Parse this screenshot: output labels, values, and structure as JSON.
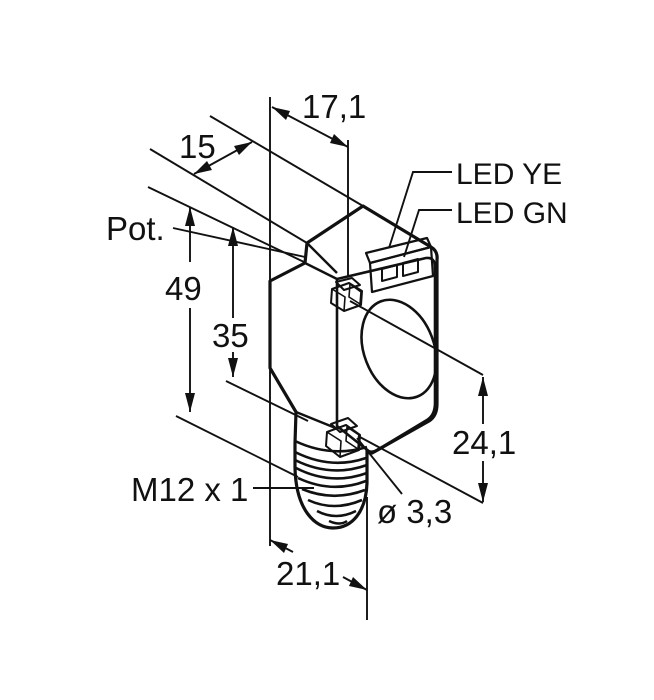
{
  "drawing": {
    "type": "technical-dimension-drawing",
    "subject": "photoelectric sensor housing, isometric view",
    "dimensions": {
      "depth_top": "17,1",
      "depth_upper_step": "15",
      "length_total": "49",
      "length_body": "35",
      "hole_spacing": "24,1",
      "width_bottom": "21,1",
      "thread_spec": "M12 x 1",
      "hole_diameter": "ø 3,3"
    },
    "labels": {
      "potentiometer": "Pot.",
      "led_yellow": "LED YE",
      "led_green": "LED GN"
    },
    "colors": {
      "housing": "#ffcc00",
      "face": "#a8a8a8",
      "lens": "#757575",
      "plate": "#f4f4f4",
      "plate_top": "#d8d8d8",
      "hex": "#8f8f8f",
      "hex_light": "#cfcfcf",
      "line": "#111111"
    }
  }
}
